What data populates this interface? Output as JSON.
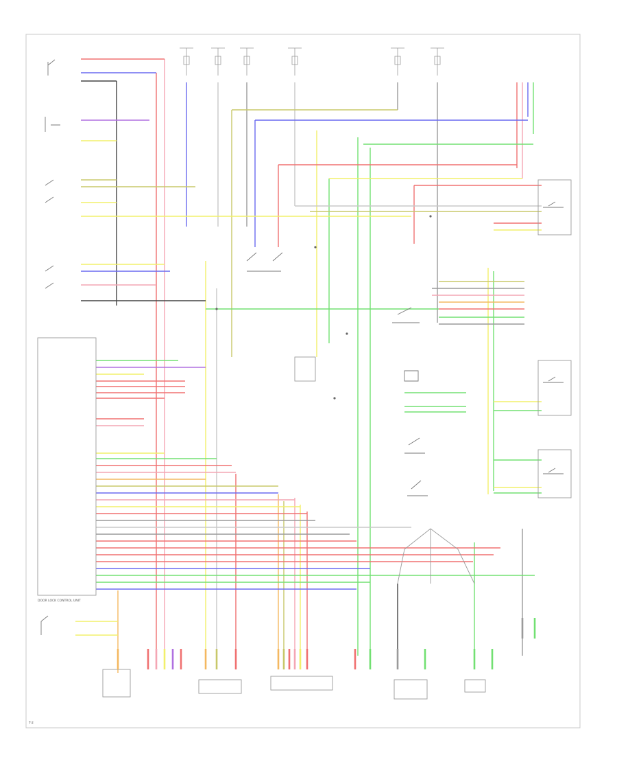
{
  "diagram": {
    "title": "Keyless Entry / Security Wiring Diagram",
    "colors": {
      "red": "#f07070",
      "pink": "#f4a6b4",
      "blue": "#6a6af0",
      "violet": "#b070e0",
      "yellow": "#f2f06a",
      "green": "#72e072",
      "olive": "#c8c86a",
      "orange": "#f4b860",
      "gray": "#9a9a9a",
      "black": "#444444",
      "lightgray": "#c8c8c8"
    },
    "components": {
      "door_lock_control_unit": "DOOR LOCK CONTROL UNIT",
      "page_tag": "T-2"
    }
  }
}
